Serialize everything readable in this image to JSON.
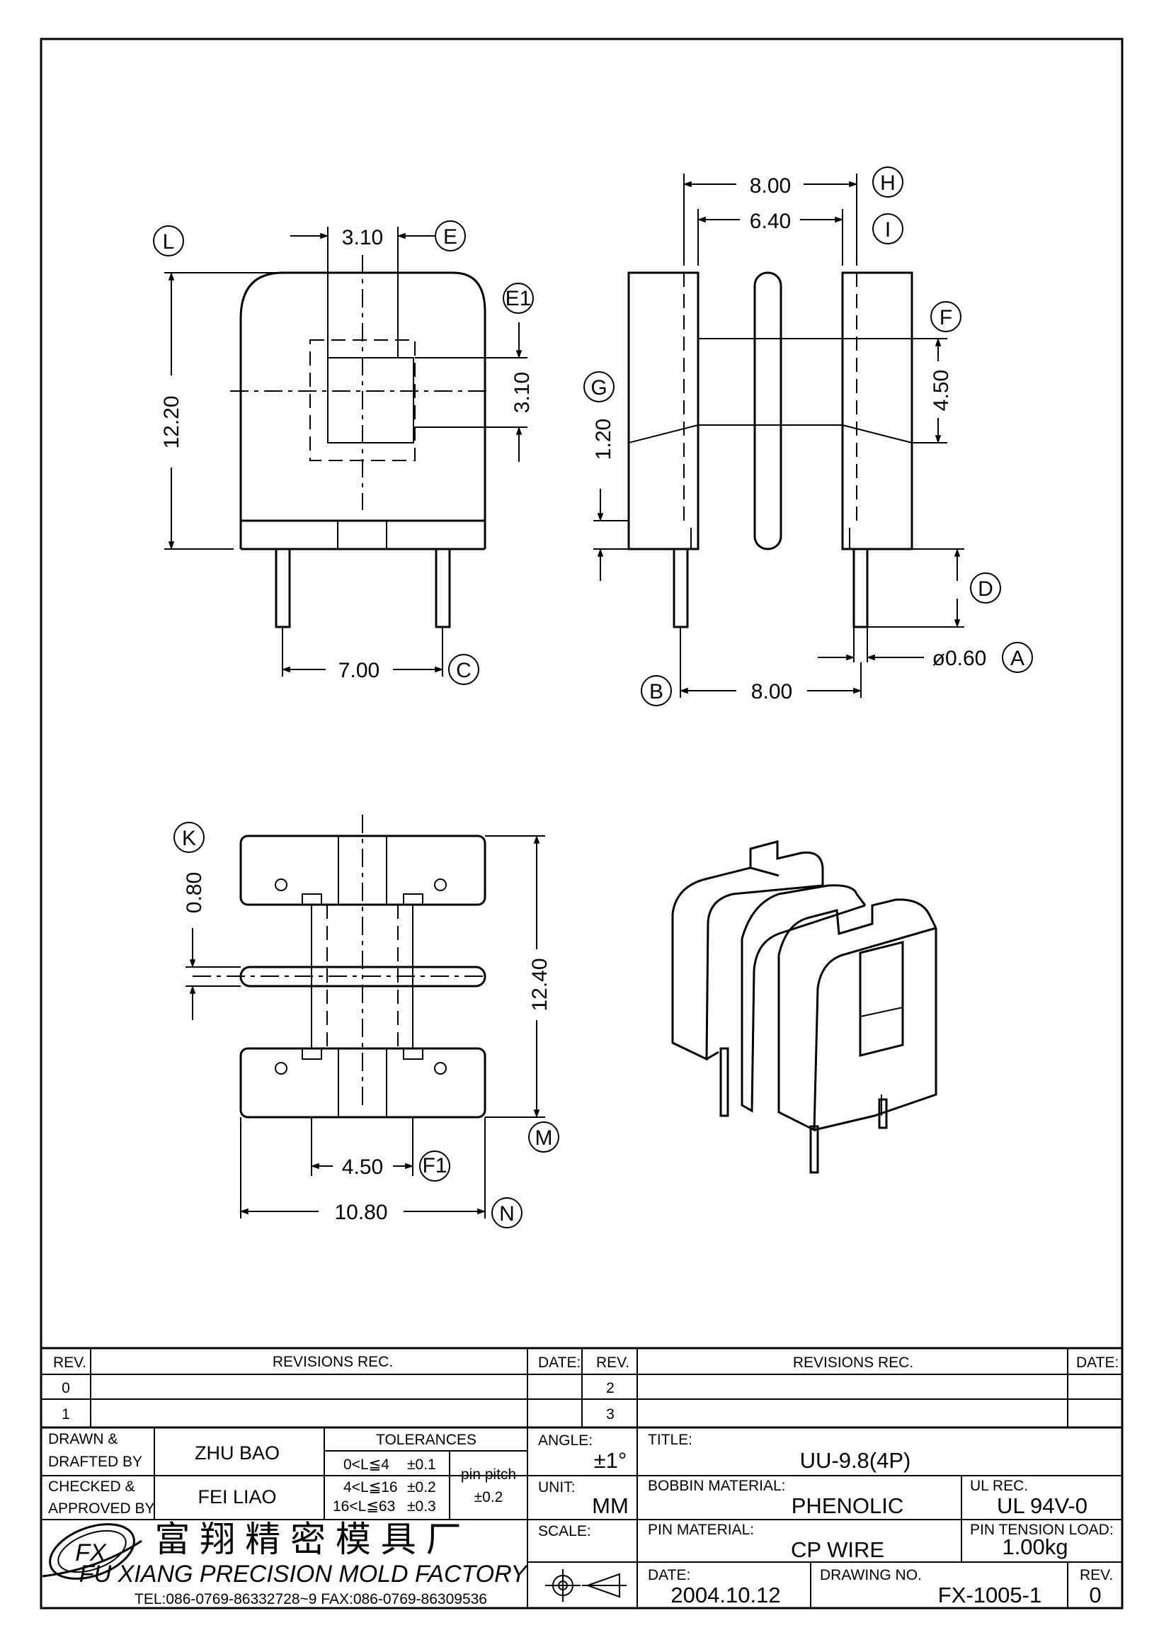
{
  "drawing": {
    "dimensions": {
      "e_width": "3.10",
      "height_l": "12.20",
      "e1_window": "3.10",
      "pin_pitch_c": "7.00",
      "h_width": "8.00",
      "i_width": "6.40",
      "f_height": "4.50",
      "g_height": "1.20",
      "pin_dia_a": "ø0.60",
      "b_pitch": "8.00",
      "k_flange": "0.80",
      "m_length": "12.40",
      "f1_width": "4.50",
      "n_width": "10.80"
    },
    "labels": {
      "L": "L",
      "E": "E",
      "E1": "E1",
      "C": "C",
      "H": "H",
      "I": "I",
      "F": "F",
      "G": "G",
      "D": "D",
      "A": "A",
      "B": "B",
      "K": "K",
      "M": "M",
      "F1": "F1",
      "N": "N"
    }
  },
  "title_block": {
    "rev_header": "REV.",
    "revisions_header": "REVISIONS   REC.",
    "date_header": "DATE:",
    "rev_left": [
      "0",
      "1"
    ],
    "rev_right": [
      "2",
      "3"
    ],
    "drawn_label": [
      "DRAWN  &",
      "DRAFTED BY"
    ],
    "drawn_value": "ZHU   BAO",
    "checked_label": [
      "CHECKED  &",
      "APPROVED BY"
    ],
    "checked_value": "FEI LIAO",
    "tolerances_header": "TOLERANCES",
    "tolerances": [
      {
        "range": "0<L≦4",
        "tol": "±0.1"
      },
      {
        "range": "4<L≦16",
        "tol": "±0.2"
      },
      {
        "range": "16<L≦63",
        "tol": "±0.3"
      }
    ],
    "pin_pitch_label": "pin  pitch",
    "pin_pitch_value": "±0.2",
    "angle_label": "ANGLE:",
    "angle_value": "±1°",
    "unit_label": "UNIT:",
    "unit_value": "MM",
    "scale_label": "SCALE:",
    "title_label": "TITLE:",
    "title_value": "UU-9.8(4P)",
    "bobbin_label": "BOBBIN  MATERIAL:",
    "bobbin_value": "PHENOLIC",
    "ulrec_label": "UL  REC.",
    "ulrec_value": "UL  94V-0",
    "pin_material_label": "PIN  MATERIAL:",
    "pin_material_value": "CP  WIRE",
    "pin_tension_label": "PIN  TENSION  LOAD:",
    "pin_tension_value": "1.00kg",
    "date_label": "DATE:",
    "date_value": "2004.10.12",
    "drawing_no_label": "DRAWING  NO.",
    "drawing_no_value": "FX-1005-1",
    "rev_label": "REV.",
    "rev_value": "0",
    "logo_text": "FX",
    "company_cn": "富 翔 精 密 模 具 厂",
    "company_en": "FU XIANG PRECISION MOLD FACTORY",
    "contact": "TEL:086-0769-86332728~9   FAX:086-0769-86309536"
  }
}
